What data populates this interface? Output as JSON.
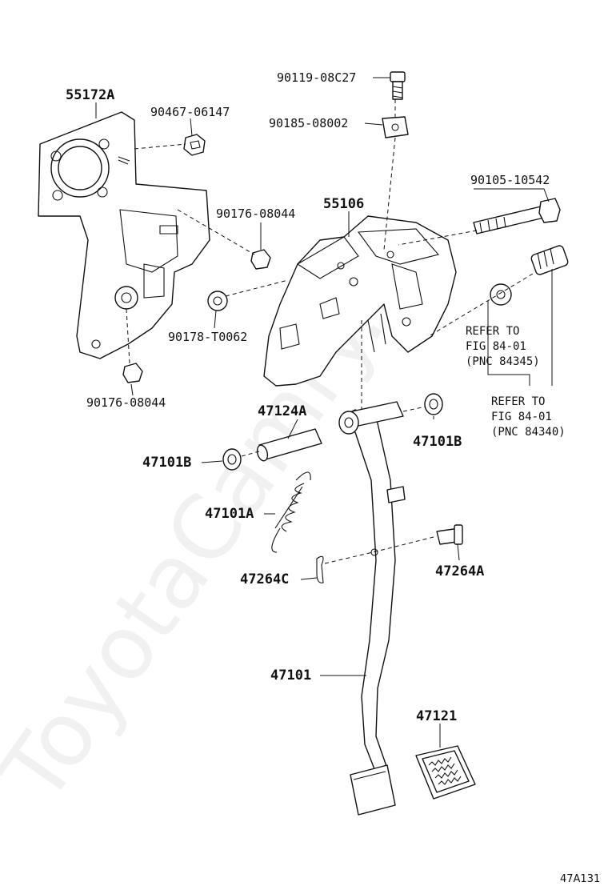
{
  "watermark": "ToyotaCamry.ru",
  "figure_code": "47A131",
  "parts": {
    "p55172A": "55172A",
    "p90467": "90467-06147",
    "p90119": "90119-08C27",
    "p90185": "90185-08002",
    "p90105": "90105-10542",
    "p55106": "55106",
    "p90176a": "90176-08044",
    "p90178": "90178-T0062",
    "p90176b": "90176-08044",
    "p47124A": "47124A",
    "p47101B_right": "47101B",
    "p47101B_left": "47101B",
    "p47101A": "47101A",
    "p47264C": "47264C",
    "p47264A": "47264A",
    "p47101": "47101",
    "p47121": "47121"
  },
  "refs": {
    "ref1": {
      "line1": "REFER TO",
      "line2": "FIG 84-01",
      "line3": "(PNC 84345)"
    },
    "ref2": {
      "line1": "REFER TO",
      "line2": "FIG 84-01",
      "line3": "(PNC 84340)"
    }
  }
}
